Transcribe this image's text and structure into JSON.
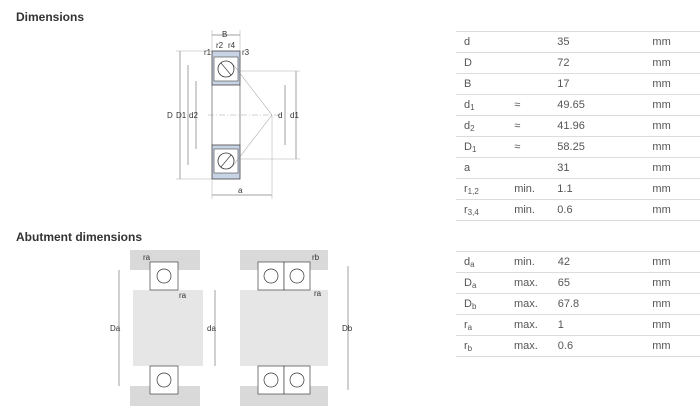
{
  "sections": {
    "dimensions_title": "Dimensions",
    "abutment_title": "Abutment dimensions"
  },
  "dimensions": [
    {
      "sym": "d",
      "sub": "",
      "qual": "",
      "val": "35",
      "unit": "mm"
    },
    {
      "sym": "D",
      "sub": "",
      "qual": "",
      "val": "72",
      "unit": "mm"
    },
    {
      "sym": "B",
      "sub": "",
      "qual": "",
      "val": "17",
      "unit": "mm"
    },
    {
      "sym": "d",
      "sub": "1",
      "qual": "≈",
      "val": "49.65",
      "unit": "mm"
    },
    {
      "sym": "d",
      "sub": "2",
      "qual": "≈",
      "val": "41.96",
      "unit": "mm"
    },
    {
      "sym": "D",
      "sub": "1",
      "qual": "≈",
      "val": "58.25",
      "unit": "mm"
    },
    {
      "sym": "a",
      "sub": "",
      "qual": "",
      "val": "31",
      "unit": "mm"
    },
    {
      "sym": "r",
      "sub": "1,2",
      "qual": "min.",
      "val": "1.1",
      "unit": "mm"
    },
    {
      "sym": "r",
      "sub": "3,4",
      "qual": "min.",
      "val": "0.6",
      "unit": "mm"
    }
  ],
  "abutment": [
    {
      "sym": "d",
      "sub": "a",
      "qual": "min.",
      "val": "42",
      "unit": "mm"
    },
    {
      "sym": "D",
      "sub": "a",
      "qual": "max.",
      "val": "65",
      "unit": "mm"
    },
    {
      "sym": "D",
      "sub": "b",
      "qual": "max.",
      "val": "67.8",
      "unit": "mm"
    },
    {
      "sym": "r",
      "sub": "a",
      "qual": "max.",
      "val": "1",
      "unit": "mm"
    },
    {
      "sym": "r",
      "sub": "b",
      "qual": "max.",
      "val": "0.6",
      "unit": "mm"
    }
  ],
  "drawing_labels": {
    "B": "B",
    "r1": "r1",
    "r2": "r2",
    "r3": "r3",
    "r4": "r4",
    "D": "D",
    "D1": "D1",
    "d2": "d2",
    "d": "d",
    "d1": "d1",
    "a": "a",
    "ra": "ra",
    "rb": "rb",
    "Da": "Da",
    "da": "da",
    "Db": "Db"
  }
}
